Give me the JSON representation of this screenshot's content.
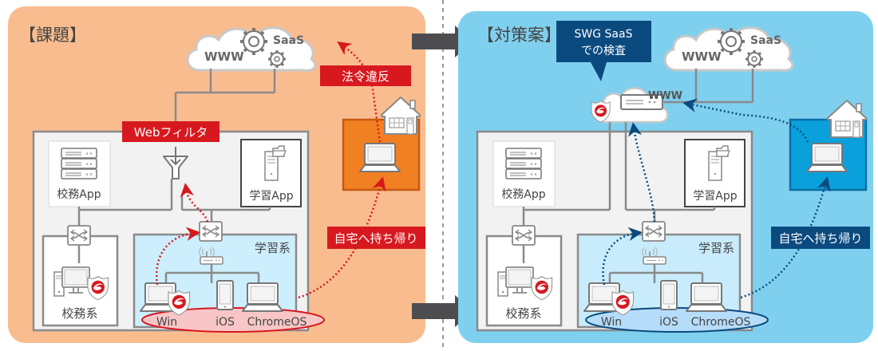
{
  "colors": {
    "problem_bg": "#f9bc8f",
    "solution_bg": "#7fd0ef",
    "network_bg": "#f2f2f2",
    "learning_bg_problem": "#cdeefc",
    "learning_bg_solution": "#c8ecfb",
    "home_problem": "#f18022",
    "home_problem_border": "#c55a11",
    "home_solution": "#0aa0dc",
    "home_solution_border": "#0a6ea5",
    "red_label": "#d7191f",
    "navy_label": "#0b4a7f",
    "line_gray": "#8a8a8a",
    "arrow_dark": "#4d4d4f",
    "ellipse_red_fill": "#f8c6c6",
    "ellipse_blue_fill": "#b5ddfa"
  },
  "problem": {
    "title": "【課題】",
    "cloud": {
      "www": "WWW",
      "saas": "SaaS"
    },
    "web_filter_label": "Webフィルタ",
    "violation_label": "法令違反",
    "take_home_label": "自宅へ持ち帰り",
    "school_app_label": "校務App",
    "learning_app_label": "学習App",
    "admin_system_label": "校務系",
    "learning_system_label": "学習系",
    "devices": [
      "Win",
      "iOS",
      "ChromeOS"
    ]
  },
  "solution": {
    "title": "【対策案】",
    "callout_line1": "SWG SaaS",
    "callout_line2": "での検査",
    "cloud": {
      "www": "WWW",
      "saas": "SaaS"
    },
    "swg_www": "WWW",
    "take_home_label": "自宅へ持ち帰り",
    "school_app_label": "校務App",
    "learning_app_label": "学習App",
    "admin_system_label": "校務系",
    "learning_system_label": "学習系",
    "devices": [
      "Win",
      "iOS",
      "ChromeOS"
    ]
  }
}
